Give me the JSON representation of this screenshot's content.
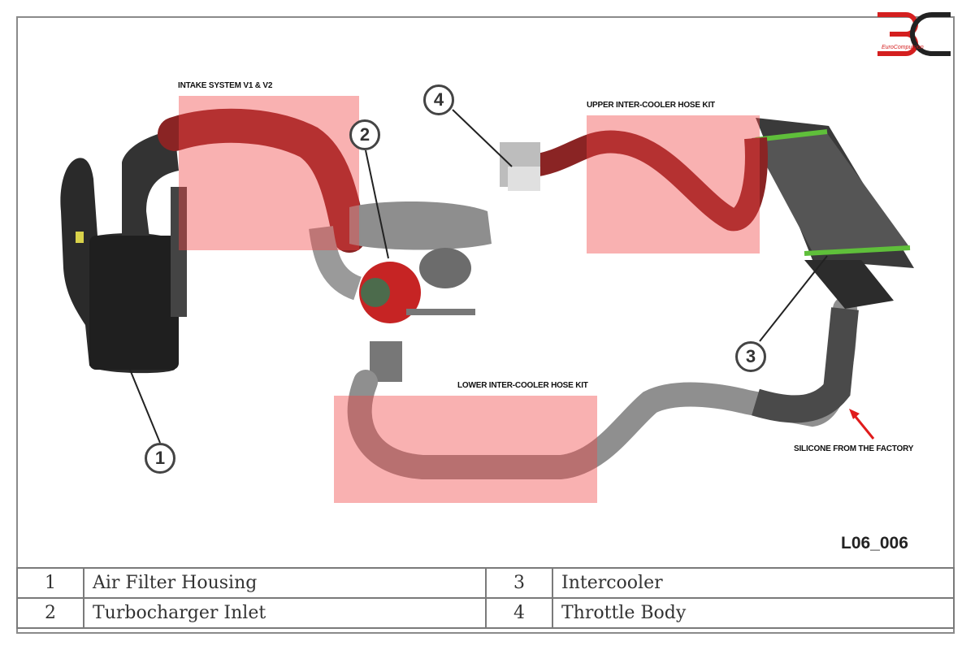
{
  "logo": {
    "wordmark": "EuroCompulsion",
    "brand_color": "#d41f1f"
  },
  "figure_code": "L06_006",
  "callouts": [
    {
      "id": "intake",
      "label": "INTAKE SYSTEM V1 & V2"
    },
    {
      "id": "upper",
      "label": "UPPER INTER-COOLER HOSE KIT"
    },
    {
      "id": "lower",
      "label": "LOWER INTER-COOLER HOSE KIT"
    },
    {
      "id": "silicone",
      "label": "SILICONE FROM THE FACTORY"
    }
  ],
  "badges": [
    "1",
    "2",
    "3",
    "4"
  ],
  "legend": [
    {
      "num_a": "1",
      "name_a": "Air Filter Housing",
      "num_b": "3",
      "name_b": "Intercooler"
    },
    {
      "num_a": "2",
      "name_a": "Turbocharger Inlet",
      "num_b": "4",
      "name_b": "Throttle Body"
    }
  ],
  "colors": {
    "highlight": "#f04646",
    "arrow_red": "#e01b1b",
    "intercooler_green": "#5fbf3a"
  }
}
